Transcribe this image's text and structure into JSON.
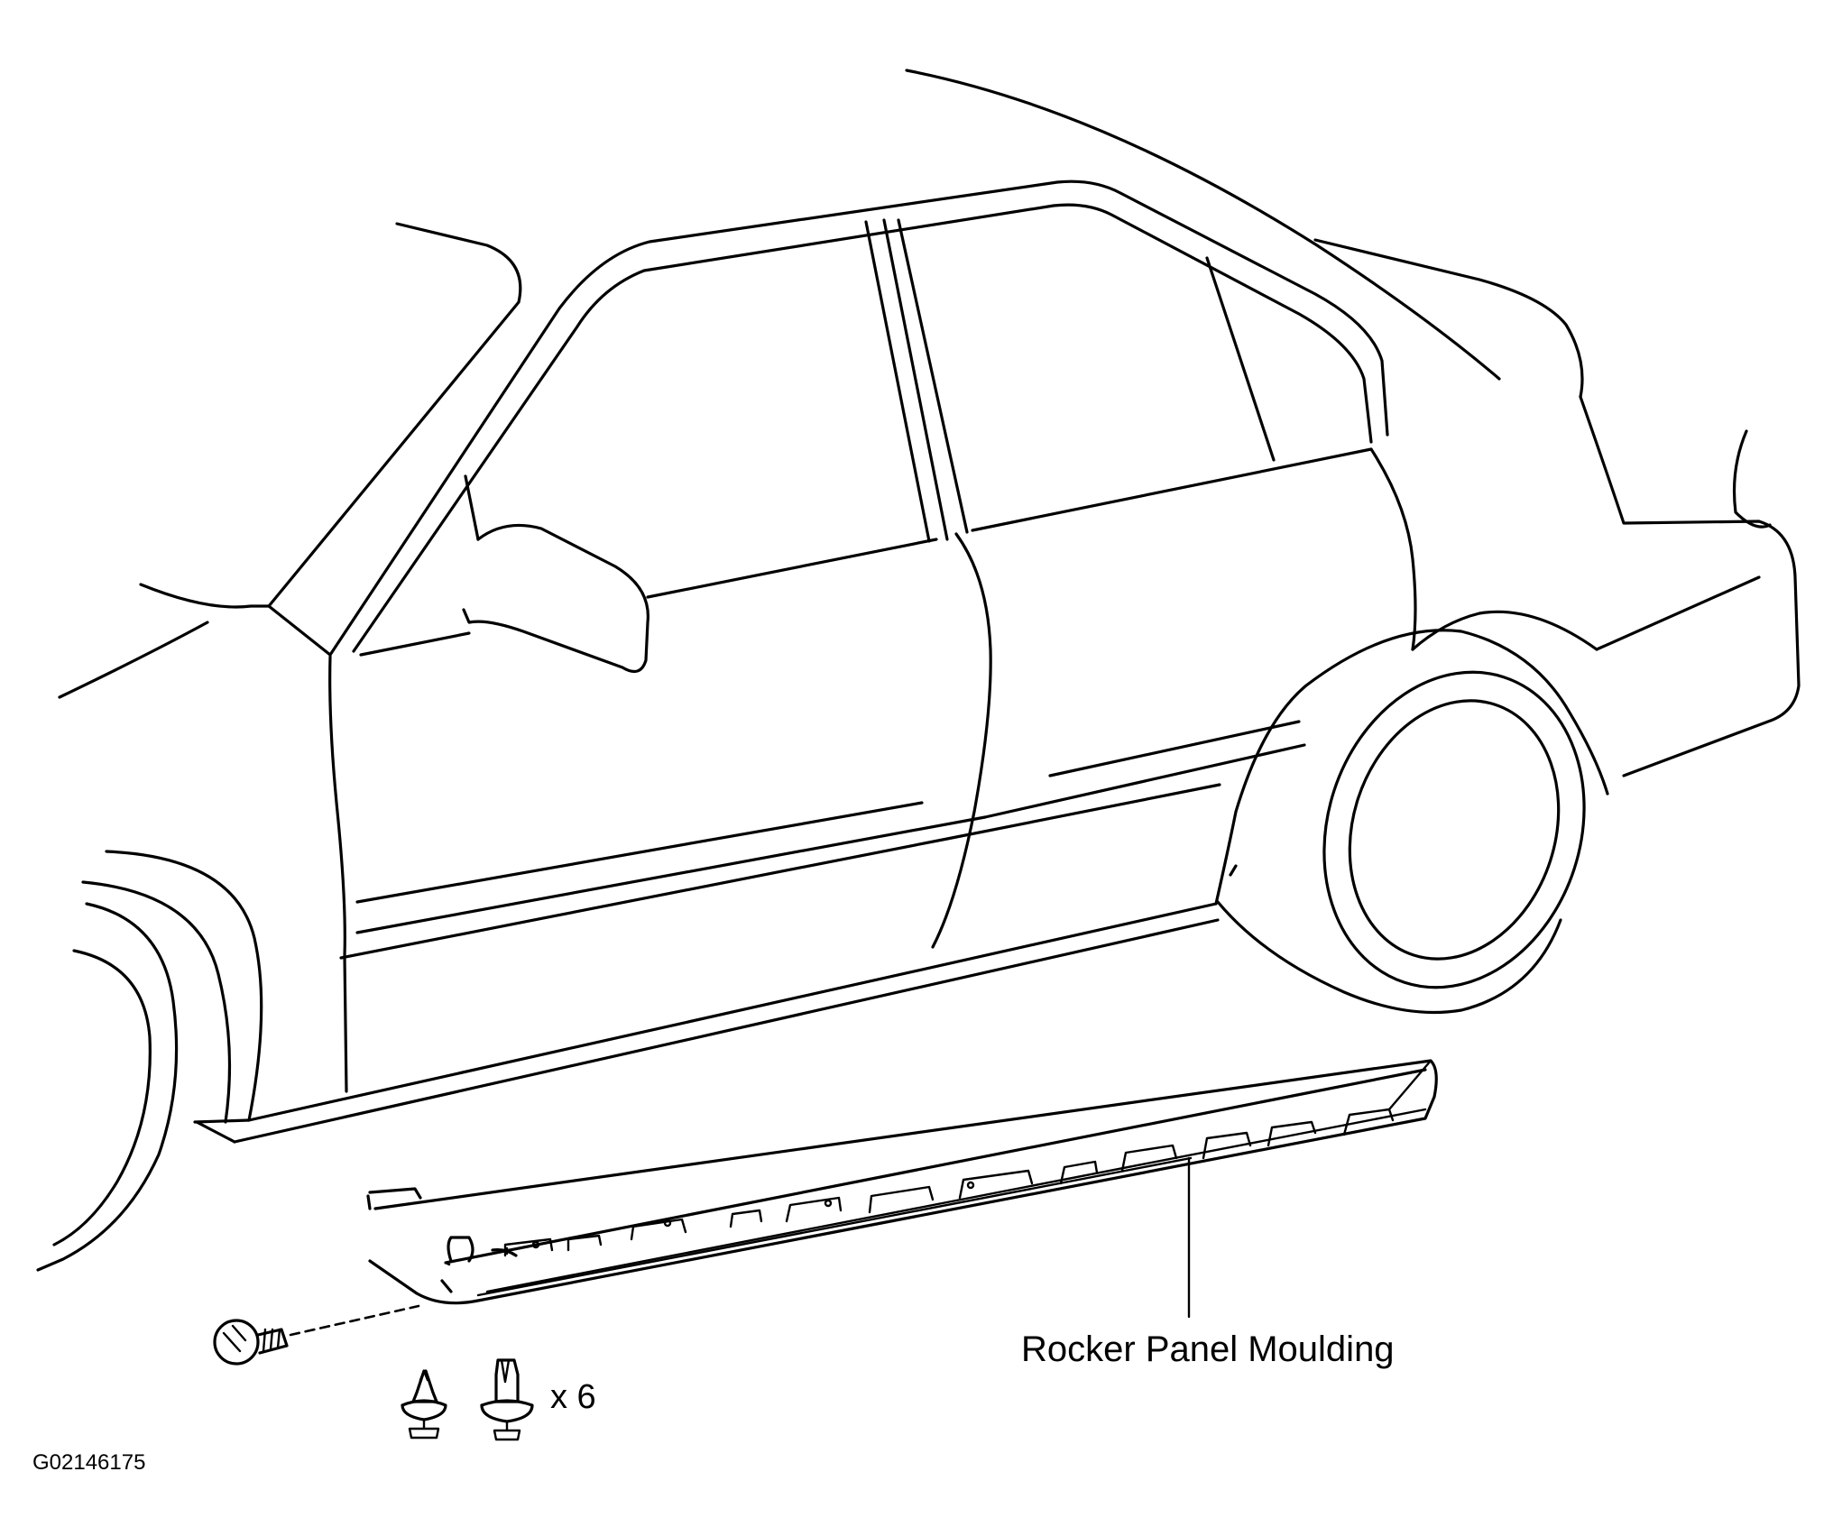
{
  "labels": {
    "part_name": "Rocker Panel Moulding",
    "clip_quantity": "x 6",
    "figure_code": "G02146175"
  },
  "icons": {
    "screw": "screw-icon",
    "clip_a": "clip-icon",
    "clip_b": "clip-icon"
  },
  "colors": {
    "line": "#000000",
    "background": "#ffffff"
  }
}
